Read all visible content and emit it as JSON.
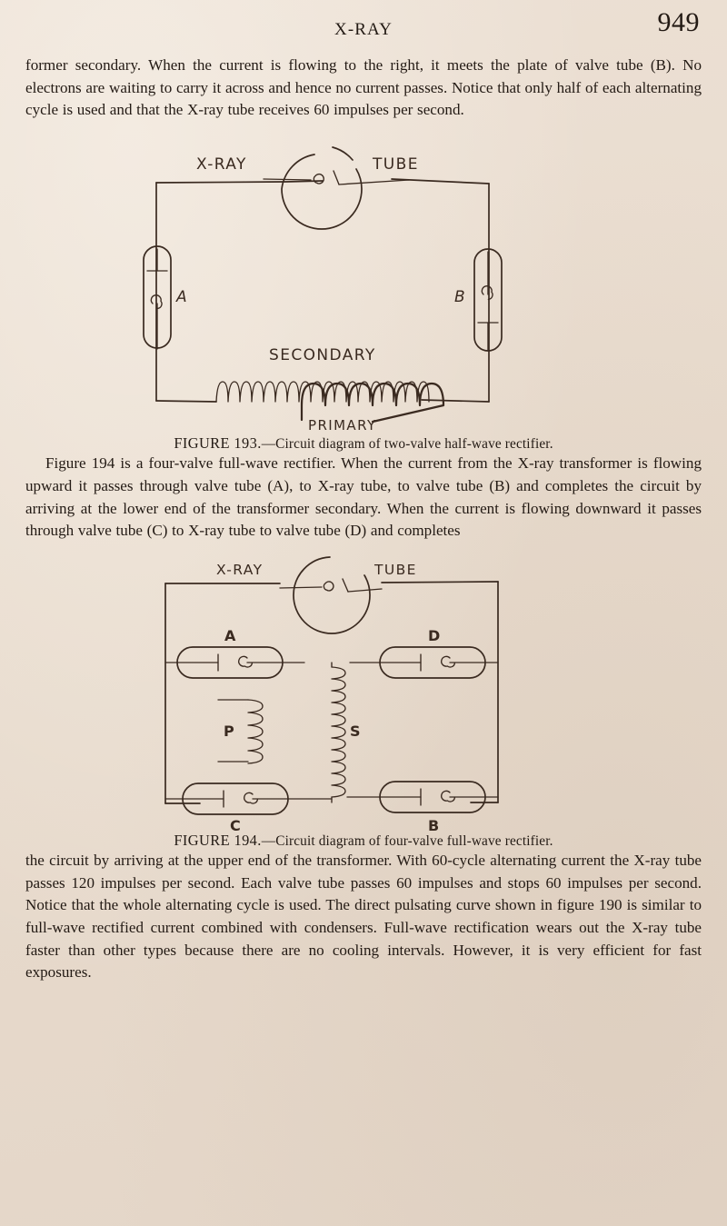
{
  "page": {
    "running_head": "X-RAY",
    "folio": "949"
  },
  "paragraphs": {
    "p1": "former secondary. When the current is flowing to the right, it meets the plate of valve tube (B). No electrons are waiting to carry it across and hence no current passes. Notice that only half of each alternating cycle is used and that the X-ray tube receives 60 impulses per second.",
    "p2": "Figure 194 is a four-valve full-wave rectifier. When the current from the X-ray transformer is flowing upward it passes through valve tube (A), to X-ray tube, to valve tube (B) and completes the circuit by arriving at the lower end of the transformer secondary. When the current is flowing downward it passes through valve tube (C) to X-ray tube to valve tube (D) and completes",
    "p3": "the circuit by arriving at the upper end of the transformer. With 60-cycle alternating current the X-ray tube passes 120 impulses per second. Each valve tube passes 60 impulses and stops 60 impulses per second. Notice that the whole alternating cycle is used. The direct pulsating curve shown in figure 190 is similar to full-wave rectified current combined with condensers. Full-wave rectification wears out the X-ray tube faster than other types because there are no cooling intervals. However, it is very efficient for fast exposures."
  },
  "figure_193": {
    "number": "FIGURE 193.",
    "caption_text": "—Circuit diagram of two-valve half-wave rectifier.",
    "labels": {
      "xray": "X-RAY",
      "tube": "TUBE",
      "valve_a": "A",
      "valve_b": "B",
      "secondary": "SECONDARY",
      "primary": "PRIMARY"
    }
  },
  "figure_194": {
    "number": "FIGURE 194.",
    "caption_text": "—Circuit diagram of four-valve full-wave rectifier.",
    "labels": {
      "xray": "X-RAY",
      "tube": "TUBE",
      "valve_a": "A",
      "valve_b": "B",
      "valve_c": "C",
      "valve_d": "D",
      "primary": "P",
      "secondary": "S"
    }
  },
  "colors": {
    "paper": "#e8dbcd",
    "ink": "#231a14",
    "diagram_ink": "#3a2a20"
  }
}
